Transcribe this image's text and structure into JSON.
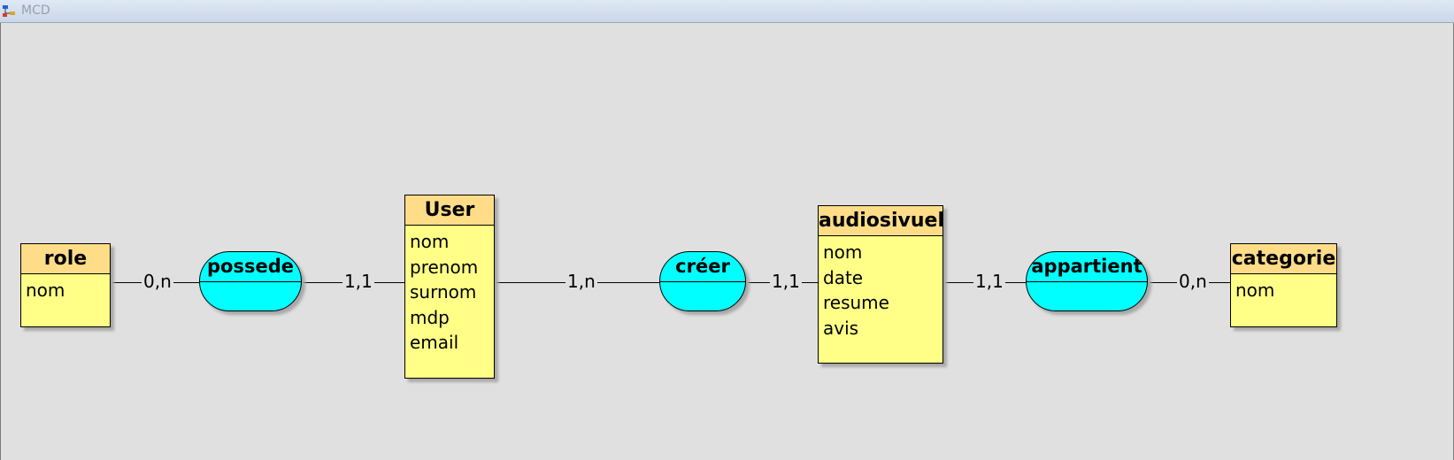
{
  "window": {
    "title": "MCD"
  },
  "entities": {
    "role": {
      "name": "role",
      "attrs": [
        "nom"
      ]
    },
    "user": {
      "name": "User",
      "attrs": [
        "nom",
        "prenom",
        "surnom",
        "mdp",
        "email"
      ]
    },
    "audiosivuel": {
      "name": "audiosivuel",
      "attrs": [
        "nom",
        "date",
        "resume",
        "avis"
      ]
    },
    "categorie": {
      "name": "categorie",
      "attrs": [
        "nom"
      ]
    }
  },
  "associations": {
    "possede": "possede",
    "creer": "créer",
    "appartient": "appartient"
  },
  "cardinalities": {
    "role_possede": "0,n",
    "possede_user": "1,1",
    "user_creer": "1,n",
    "creer_audiosivuel": "1,1",
    "audiosivuel_appartient": "1,1",
    "appartient_categorie": "0,n"
  },
  "colors": {
    "entity_header": "#ffdd88",
    "entity_body": "#ffff88",
    "association": "#00ffff",
    "background": "#e0e0e0"
  }
}
